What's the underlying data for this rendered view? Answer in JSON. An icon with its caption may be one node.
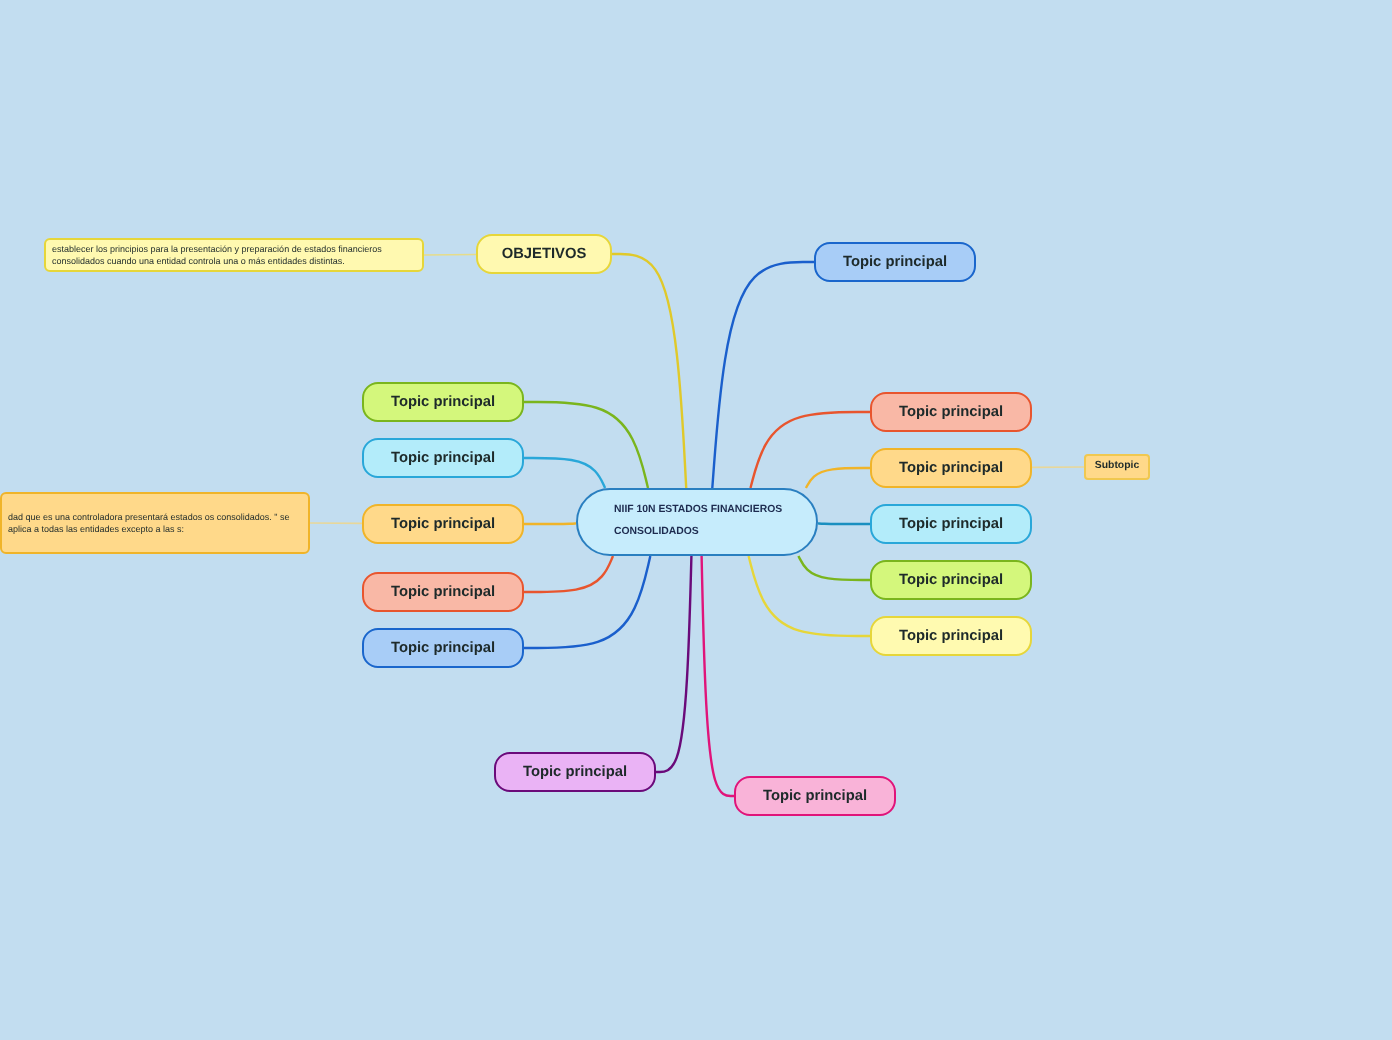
{
  "diagram": {
    "nodes": [
      {
        "text": [
          "NIIF 10N ESTADOS FINANCIEROS CONSOLIDADOS"
        ]
      },
      {
        "text": [
          "OBJETIVOS"
        ]
      },
      {
        "text": [
          "establecer los principios para la presentación y preparación de estados financieros consolidados cuando una entidad controla una o más entidades distintas."
        ]
      },
      {
        "text": [
          "Topic principal"
        ]
      },
      {
        "text": [
          "Topic principal"
        ]
      },
      {
        "text": [
          "Topic principal"
        ]
      },
      {
        "text": [
          "Topic principal"
        ]
      },
      {
        "text": [
          "dad que es una controladora presentará estados os consolidados. \" se aplica a todas las entidades excepto a las s:"
        ]
      },
      {
        "text": [
          "Topic principal"
        ]
      },
      {
        "text": [
          "Topic principal"
        ]
      },
      {
        "text": [
          "Topic principal"
        ]
      },
      {
        "text": [
          "Topic principal"
        ]
      },
      {
        "text": [
          "Subtopic"
        ]
      },
      {
        "text": [
          "Topic principal"
        ]
      },
      {
        "text": [
          "Topic principal"
        ]
      },
      {
        "text": [
          "Topic principal"
        ]
      },
      {
        "text": [
          "Topic principal"
        ]
      },
      {
        "text": [
          "Topic principal"
        ]
      }
    ],
    "edges": [
      {
        "from": 0,
        "to": 1,
        "arrow": "none",
        "color": "#e0c92a"
      },
      {
        "from": 1,
        "to": 2,
        "arrow": "none",
        "color": "#e6dc8a"
      },
      {
        "from": 0,
        "to": 3,
        "arrow": "none",
        "color": "#1a5fcc"
      },
      {
        "from": 0,
        "to": 4,
        "arrow": "none",
        "color": "#7ab51d"
      },
      {
        "from": 0,
        "to": 5,
        "arrow": "none",
        "color": "#29a7d9"
      },
      {
        "from": 0,
        "to": 6,
        "arrow": "none",
        "color": "#f0b429"
      },
      {
        "from": 6,
        "to": 7,
        "arrow": "none",
        "color": "#e8d79a"
      },
      {
        "from": 0,
        "to": 8,
        "arrow": "none",
        "color": "#e8552e"
      },
      {
        "from": 0,
        "to": 9,
        "arrow": "none",
        "color": "#1a5fcc"
      },
      {
        "from": 0,
        "to": 10,
        "arrow": "none",
        "color": "#e8552e"
      },
      {
        "from": 0,
        "to": 11,
        "arrow": "none",
        "color": "#f0b429"
      },
      {
        "from": 11,
        "to": 12,
        "arrow": "none",
        "color": "#e8d79a"
      },
      {
        "from": 0,
        "to": 13,
        "arrow": "none",
        "color": "#1a8fc0"
      },
      {
        "from": 0,
        "to": 14,
        "arrow": "none",
        "color": "#7ab51d"
      },
      {
        "from": 0,
        "to": 15,
        "arrow": "none",
        "color": "#e6d63a"
      },
      {
        "from": 0,
        "to": 16,
        "arrow": "none",
        "color": "#6a0a7a"
      },
      {
        "from": 0,
        "to": 17,
        "arrow": "none",
        "color": "#e0147a"
      }
    ]
  }
}
